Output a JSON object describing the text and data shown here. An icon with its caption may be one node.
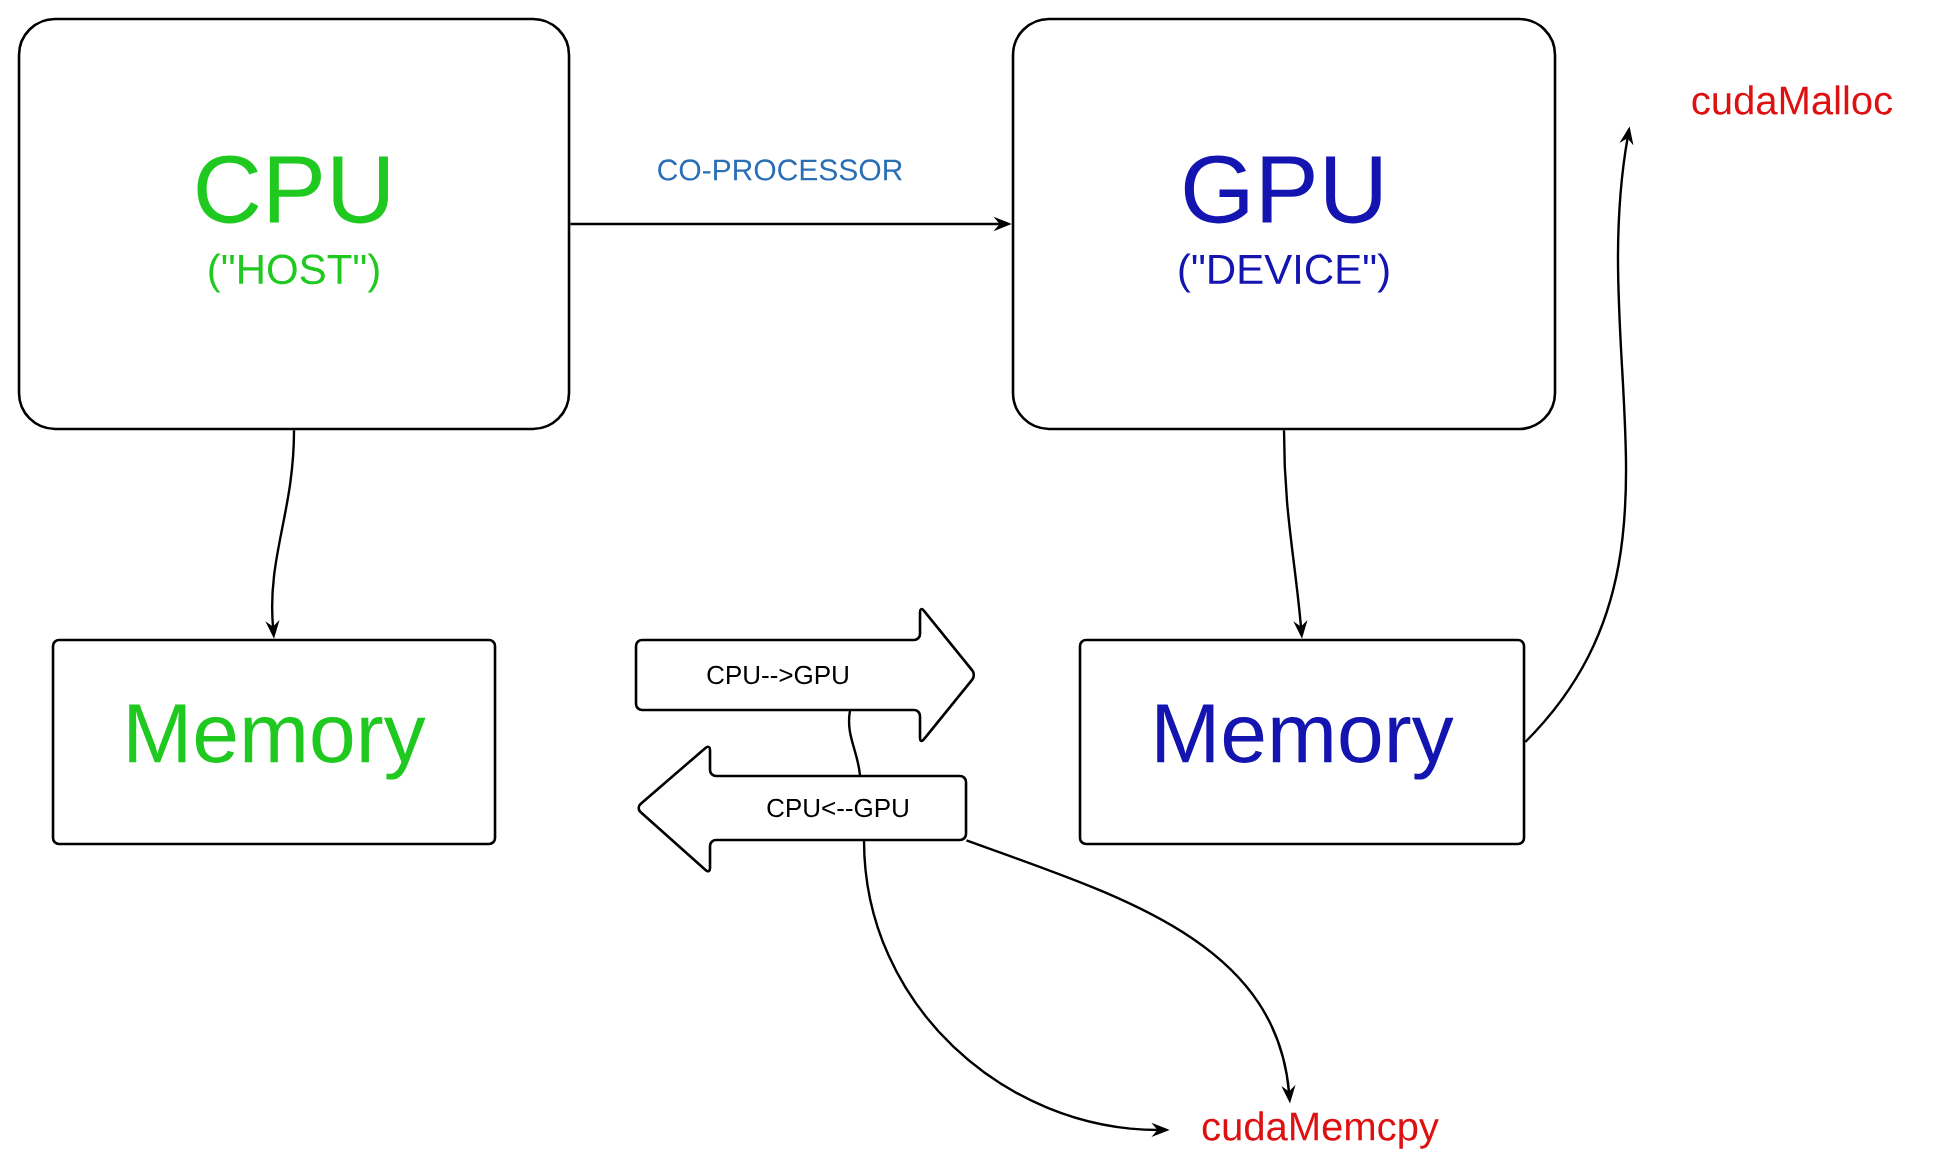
{
  "diagram": {
    "nodes": [
      {
        "text": [
          "CPU",
          "(\"HOST\")"
        ]
      },
      {
        "text": [
          "GPU",
          "(\"DEVICE\")"
        ]
      },
      {
        "text": [
          "Memory"
        ]
      },
      {
        "text": [
          "Memory"
        ]
      },
      {
        "text": [
          "CPU-->GPU"
        ]
      },
      {
        "text": [
          "CPU<--GPU"
        ]
      },
      {
        "text": [
          "cudaMalloc"
        ]
      },
      {
        "text": [
          "cudaMemcpy"
        ]
      }
    ],
    "edges": [
      {
        "from": 0,
        "to": 1,
        "arrow": "to",
        "label": "CO-PROCESSOR"
      },
      {
        "from": 0,
        "to": 2,
        "arrow": "to"
      },
      {
        "from": 1,
        "to": 3,
        "arrow": "to"
      },
      {
        "from": 3,
        "to": 6,
        "arrow": "to"
      },
      {
        "from": 4,
        "to": 5,
        "arrow": "none"
      },
      {
        "from": 5,
        "to": 7,
        "arrow": "to"
      },
      {
        "from": 5,
        "to": 7,
        "arrow": "to"
      }
    ]
  }
}
